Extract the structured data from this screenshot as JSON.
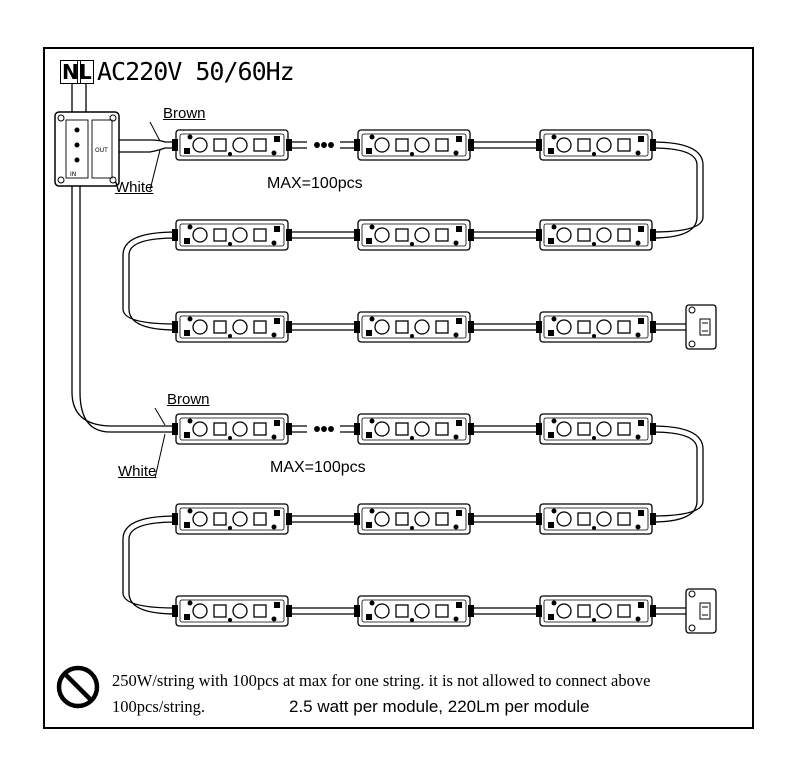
{
  "header": {
    "neutral_label": "N",
    "live_label": "L",
    "supply": "AC220V 50/60Hz"
  },
  "wires": {
    "brown": "Brown",
    "white": "White"
  },
  "strings": [
    {
      "max_label": "MAX=100pcs",
      "ellipsis": "•••"
    },
    {
      "max_label": "MAX=100pcs",
      "ellipsis": "•••"
    }
  ],
  "notes": {
    "warning_line1": "250W/string with 100pcs at max for one string. it is not allowed to connect above",
    "warning_line2": "100pcs/string.",
    "spec": "2.5 watt per module, 220Lm per module",
    "icon": "prohibited-icon"
  },
  "connector_labels": {
    "in": "IN",
    "out": "OUT"
  },
  "colors": {
    "line": "#000000",
    "module_fill": "#ffffff"
  }
}
